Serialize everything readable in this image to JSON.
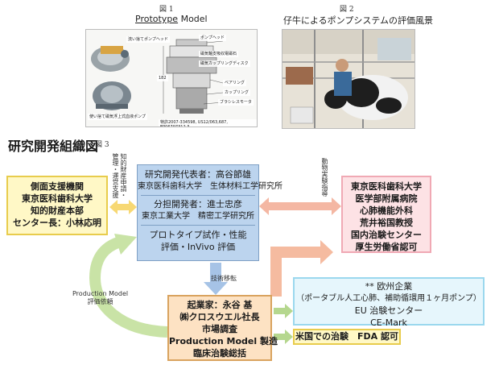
{
  "figure1": {
    "label": "図 1",
    "caption_prefix": "Prototype",
    "caption_suffix": " Model",
    "labels": [
      "流い捨てポンプヘッド",
      "磁気軸支吸収電磁石",
      "磁気カップリングディスク",
      "ベアリング",
      "カップリング",
      "ブラシレスモータ",
      "ポンプヘッド",
      "使い捨て磁気浮上式血液ポンプ",
      "特許2007-334598, US12/063,687, EP06797312.3",
      "182"
    ]
  },
  "figure2": {
    "label": "図 2",
    "caption": "仔牛によるポンプシステムの評価風景"
  },
  "title": "研究開発組織図",
  "figure3_label": "図 3",
  "left_box": [
    "側面支援機関",
    "東京医科歯科大学",
    "知的財産本部",
    "センター長：小林応明"
  ],
  "left_arrow_label": "知的財産申請・管理・運営支援",
  "center_box": {
    "sec1": [
      "研究開発代表者：高谷節雄",
      "東京医科歯科大学　生体材料工学研究所"
    ],
    "sec2": [
      "分担開発者：進士忠彦",
      "東京工業大学　精密工学研究所"
    ],
    "sec3": [
      "プロトタイプ試作・性能",
      "評価・InVivo 評価"
    ]
  },
  "right_arrow_label": "動物実験指導",
  "right_box": [
    "東京医科歯科大学",
    "医学部附属病院",
    "心肺機能外科",
    "荒井裕国教授",
    "国内治験センター",
    "厚生労働省認可"
  ],
  "down_arrow_label": "技術移転",
  "left_loop_label": [
    "Production Model",
    "評価依頼"
  ],
  "bottom_box": [
    "起業家：永谷 基",
    "㈱クロスウエル社長",
    "市場調査",
    "Production Model 製造",
    "臨床治験総括"
  ],
  "europe_box": [
    "** 欧州企業",
    "（ポータブル人工心肺、補助循環用１ヶ月ポンプ）",
    "EU 治験センター",
    "CE-Mark"
  ],
  "fda_box": "米国での治験　FDA 認可",
  "colors": {
    "yellow_fill": "#fff8c6",
    "blue_fill": "#bcd4ee",
    "pink_fill": "#fde2e5",
    "cyan_fill": "#e6f6fc",
    "peach_fill": "#fde2c3",
    "green_arrow": "#c9e3a6"
  }
}
